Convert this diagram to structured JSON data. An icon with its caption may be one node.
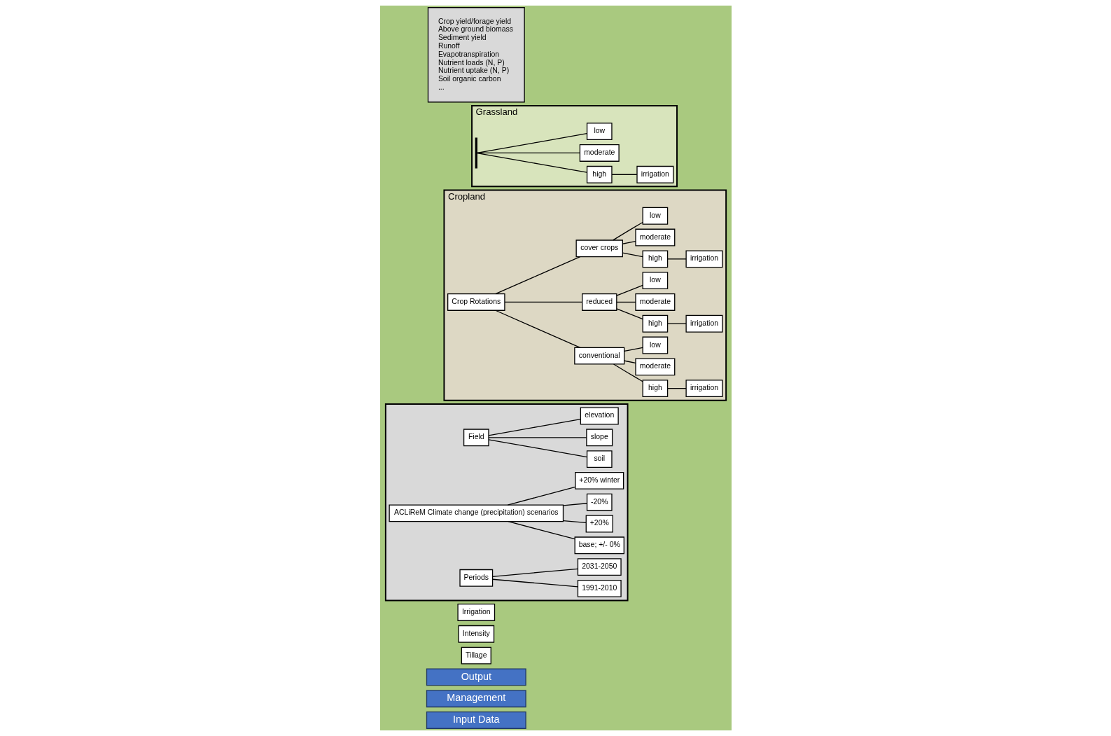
{
  "diagram": {
    "nodes": [
      {
        "text": [
          "Input Data"
        ]
      },
      {
        "text": [
          "Management"
        ]
      },
      {
        "text": [
          "Output"
        ]
      },
      {
        "text": [
          "Tillage"
        ]
      },
      {
        "text": [
          "Intensity"
        ]
      },
      {
        "text": [
          "Irrigation"
        ]
      },
      {
        "text": [],
        "shape": "box"
      },
      {
        "text": [
          "Field"
        ],
        "in": 6
      },
      {
        "text": [
          "soil"
        ],
        "in": 6
      },
      {
        "text": [
          "slope"
        ],
        "in": 6
      },
      {
        "text": [
          "elevation"
        ],
        "in": 6
      },
      {
        "text": [
          "ACLiReM Climate change (precipitation) scenarios"
        ],
        "in": 6
      },
      {
        "text": [
          "base; +/- 0%"
        ],
        "in": 6
      },
      {
        "text": [
          "+20%"
        ],
        "in": 6
      },
      {
        "text": [
          "-20%"
        ],
        "in": 6
      },
      {
        "text": [
          "+20% winter"
        ],
        "in": 6
      },
      {
        "text": [
          "Periods"
        ],
        "in": 6
      },
      {
        "text": [
          "1991-2010"
        ],
        "in": 6
      },
      {
        "text": [
          "2031-2050"
        ],
        "in": 6
      },
      {
        "text": [
          "Cropland"
        ]
      },
      {
        "text": [
          "Crop Rotations"
        ],
        "in": 19
      },
      {
        "text": [
          "conventional"
        ],
        "in": 19
      },
      {
        "text": [
          "high"
        ],
        "in": 19
      },
      {
        "text": [
          "moderate"
        ],
        "in": 19
      },
      {
        "text": [
          "low"
        ],
        "in": 19
      },
      {
        "text": [
          "irrigation"
        ],
        "in": 19
      },
      {
        "text": [
          "reduced"
        ],
        "in": 19
      },
      {
        "text": [
          "high"
        ],
        "in": 19
      },
      {
        "text": [
          "moderate"
        ],
        "in": 19
      },
      {
        "text": [
          "low"
        ],
        "in": 19
      },
      {
        "text": [
          "irrigation"
        ],
        "in": 19
      },
      {
        "text": [
          "cover crops"
        ],
        "in": 19
      },
      {
        "text": [
          "high"
        ],
        "in": 19
      },
      {
        "text": [
          "moderate"
        ],
        "in": 19
      },
      {
        "text": [
          "low"
        ],
        "in": 19
      },
      {
        "text": [
          "irrigation"
        ],
        "in": 19
      },
      {
        "text": [
          "Grassland"
        ]
      },
      {
        "text": [
          "high"
        ],
        "in": 36
      },
      {
        "text": [
          "moderate"
        ],
        "in": 36
      },
      {
        "text": [
          "low"
        ],
        "in": 36
      },
      {
        "text": [
          "irrigation"
        ],
        "in": 36
      },
      {
        "text": [
          "Crop yield/forage yield",
          "Above ground biomass",
          "Sediment yield",
          "Runoff",
          "Evapotranspiration",
          "Nutrient loads (N, P)",
          "Nutrient uptake (N, P)",
          "Soil organic carbon",
          "..."
        ]
      },
      {
        "text": [],
        "shape": "bar",
        "in": 36
      }
    ],
    "edges": [
      {
        "from": 7,
        "to": 8,
        "arrow": "none"
      },
      {
        "from": 7,
        "to": 9,
        "arrow": "none"
      },
      {
        "from": 7,
        "to": 10,
        "arrow": "none"
      },
      {
        "from": 11,
        "to": 12,
        "arrow": "none"
      },
      {
        "from": 11,
        "to": 13,
        "arrow": "none"
      },
      {
        "from": 11,
        "to": 14,
        "arrow": "none"
      },
      {
        "from": 11,
        "to": 15,
        "arrow": "none"
      },
      {
        "from": 16,
        "to": 17,
        "arrow": "none"
      },
      {
        "from": 16,
        "to": 18,
        "arrow": "none"
      },
      {
        "from": 20,
        "to": 21,
        "arrow": "none"
      },
      {
        "from": 20,
        "to": 26,
        "arrow": "none"
      },
      {
        "from": 20,
        "to": 31,
        "arrow": "none"
      },
      {
        "from": 21,
        "to": 22,
        "arrow": "none"
      },
      {
        "from": 21,
        "to": 23,
        "arrow": "none"
      },
      {
        "from": 21,
        "to": 24,
        "arrow": "none"
      },
      {
        "from": 22,
        "to": 25,
        "arrow": "none"
      },
      {
        "from": 26,
        "to": 27,
        "arrow": "none"
      },
      {
        "from": 26,
        "to": 28,
        "arrow": "none"
      },
      {
        "from": 26,
        "to": 29,
        "arrow": "none"
      },
      {
        "from": 27,
        "to": 30,
        "arrow": "none"
      },
      {
        "from": 31,
        "to": 32,
        "arrow": "none"
      },
      {
        "from": 31,
        "to": 33,
        "arrow": "none"
      },
      {
        "from": 31,
        "to": 34,
        "arrow": "none"
      },
      {
        "from": 32,
        "to": 35,
        "arrow": "none"
      },
      {
        "from": 42,
        "to": 37,
        "arrow": "none"
      },
      {
        "from": 42,
        "to": 38,
        "arrow": "none"
      },
      {
        "from": 42,
        "to": 39,
        "arrow": "none"
      },
      {
        "from": 37,
        "to": 40,
        "arrow": "none"
      }
    ]
  }
}
